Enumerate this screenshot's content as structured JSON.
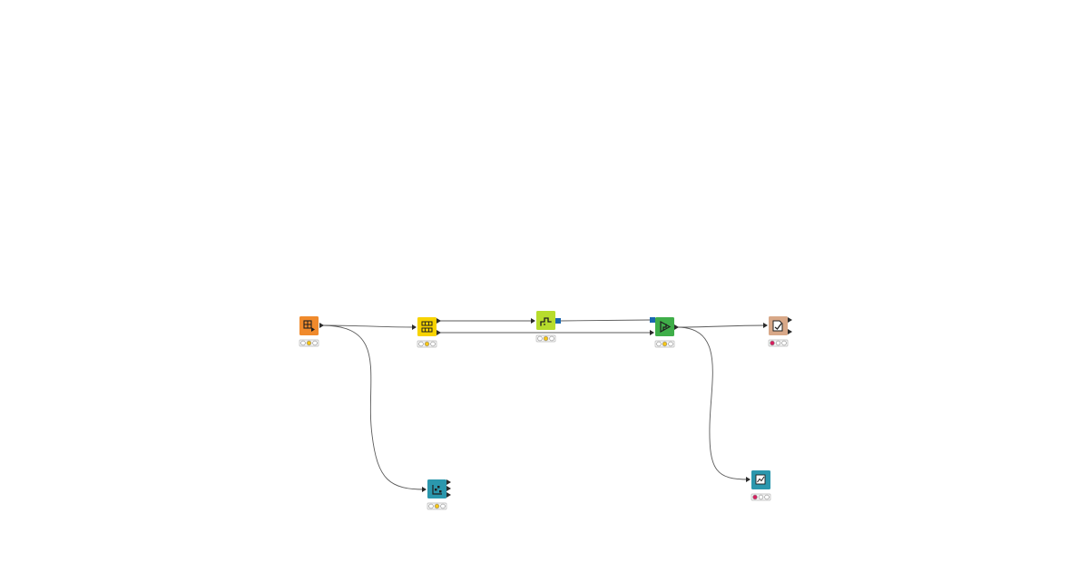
{
  "workflow": {
    "nodes": [
      {
        "id": "table-creator",
        "icon": "table-grid-icon",
        "color": "#f08a2c",
        "status": [
          "off",
          "yellow",
          "off"
        ]
      },
      {
        "id": "partitioning",
        "icon": "partition-rows-icon",
        "color": "#f7d300",
        "status": [
          "off",
          "yellow",
          "off"
        ]
      },
      {
        "id": "learner",
        "icon": "learner-stairs-icon",
        "color": "#b7dc2c",
        "status": [
          "off",
          "yellow",
          "off"
        ]
      },
      {
        "id": "predictor",
        "icon": "predictor-play-icon",
        "color": "#3fae49",
        "status": [
          "off",
          "yellow",
          "off"
        ]
      },
      {
        "id": "scorer",
        "icon": "scorer-document-icon",
        "color": "#d8a888",
        "status": [
          "red",
          "off",
          "off"
        ]
      },
      {
        "id": "data-viz",
        "icon": "scatter-plot-icon",
        "color": "#2b97ad",
        "status": [
          "off",
          "yellow",
          "off"
        ]
      },
      {
        "id": "report-viz",
        "icon": "line-chart-icon",
        "color": "#2b97ad",
        "status": [
          "red",
          "off",
          "off"
        ]
      }
    ],
    "colors": {
      "light_off": "#ffffff",
      "light_yellow": "#f5c518",
      "light_red": "#d61e5e",
      "model_port": "#1b67b0"
    }
  }
}
